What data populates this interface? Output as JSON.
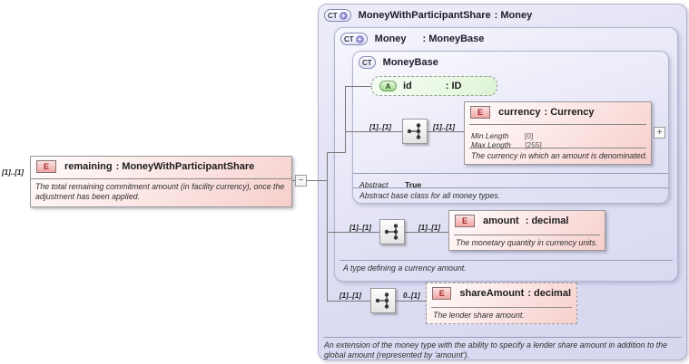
{
  "palette": {
    "element_pink": "#f6cfcb",
    "type_lavender": "#dcdcf3",
    "attribute_green": "#dcf3d4",
    "badge_element_red": "#a52a2a",
    "connector_gray": "#767676"
  },
  "toggles": {
    "collapse": "−",
    "expand": "+"
  },
  "left_element": {
    "cardinality": "[1]..[1]",
    "badge": "E",
    "name": "remaining",
    "type": ": MoneyWithParticipantShare",
    "annotation": "The total remaining commitment amount (in facility currency), once the adjustment has been applied."
  },
  "outer_type": {
    "badge": "CT",
    "name": "MoneyWithParticipantShare",
    "type": ": Money",
    "annotation": "An extension of the money type with the ability to specify a lender share amount in addition to the global amount (represented by 'amount')."
  },
  "money_type": {
    "badge": "CT",
    "name": "Money",
    "type": ": MoneyBase",
    "annotation": "A type defining a currency amount."
  },
  "moneybase_type": {
    "badge": "CT",
    "name": "MoneyBase",
    "abstract_label": "Abstract",
    "abstract_value": "True",
    "annotation": "Abstract base class for all money types."
  },
  "id_attribute": {
    "badge": "A",
    "name": "id",
    "type": ": ID"
  },
  "currency_element": {
    "cardinality_left": "[1]..[1]",
    "cardinality_right": "[1]..[1]",
    "badge": "E",
    "name": "currency",
    "type": ": Currency",
    "facets": [
      {
        "label": "Min Length",
        "value": "[0]"
      },
      {
        "label": "Max Length",
        "value": "[255]"
      }
    ],
    "annotation": "The currency in which an amount is denominated."
  },
  "amount_element": {
    "cardinality_left": "[1]..[1]",
    "cardinality_right": "[1]..[1]",
    "badge": "E",
    "name": "amount",
    "type": ": decimal",
    "annotation": "The monetary quantity in currency units."
  },
  "shareamount_element": {
    "cardinality_left": "[1]..[1]",
    "cardinality_right": "0..[1]",
    "badge": "E",
    "name": "shareAmount",
    "type": ": decimal",
    "annotation": "The lender share amount."
  }
}
